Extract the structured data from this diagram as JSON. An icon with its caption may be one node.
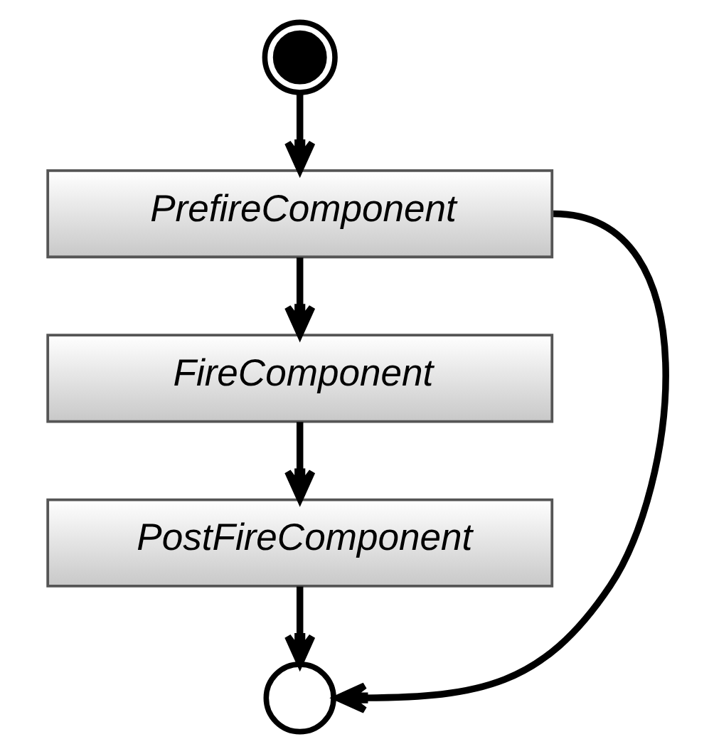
{
  "diagram": {
    "nodes": [
      {
        "text": [],
        "shape": "circle"
      },
      {
        "text": [
          "PrefireComponent"
        ]
      },
      {
        "text": [
          "FireComponent"
        ]
      },
      {
        "text": [
          "PostFireComponent"
        ]
      },
      {
        "text": [],
        "shape": "circle"
      }
    ],
    "edges": [
      {
        "from": 0,
        "to": 1,
        "arrow": "to"
      },
      {
        "from": 1,
        "to": 2,
        "arrow": "to"
      },
      {
        "from": 2,
        "to": 3,
        "arrow": "to"
      },
      {
        "from": 3,
        "to": 4,
        "arrow": "to"
      },
      {
        "from": 1,
        "to": 4,
        "arrow": "to"
      }
    ]
  }
}
